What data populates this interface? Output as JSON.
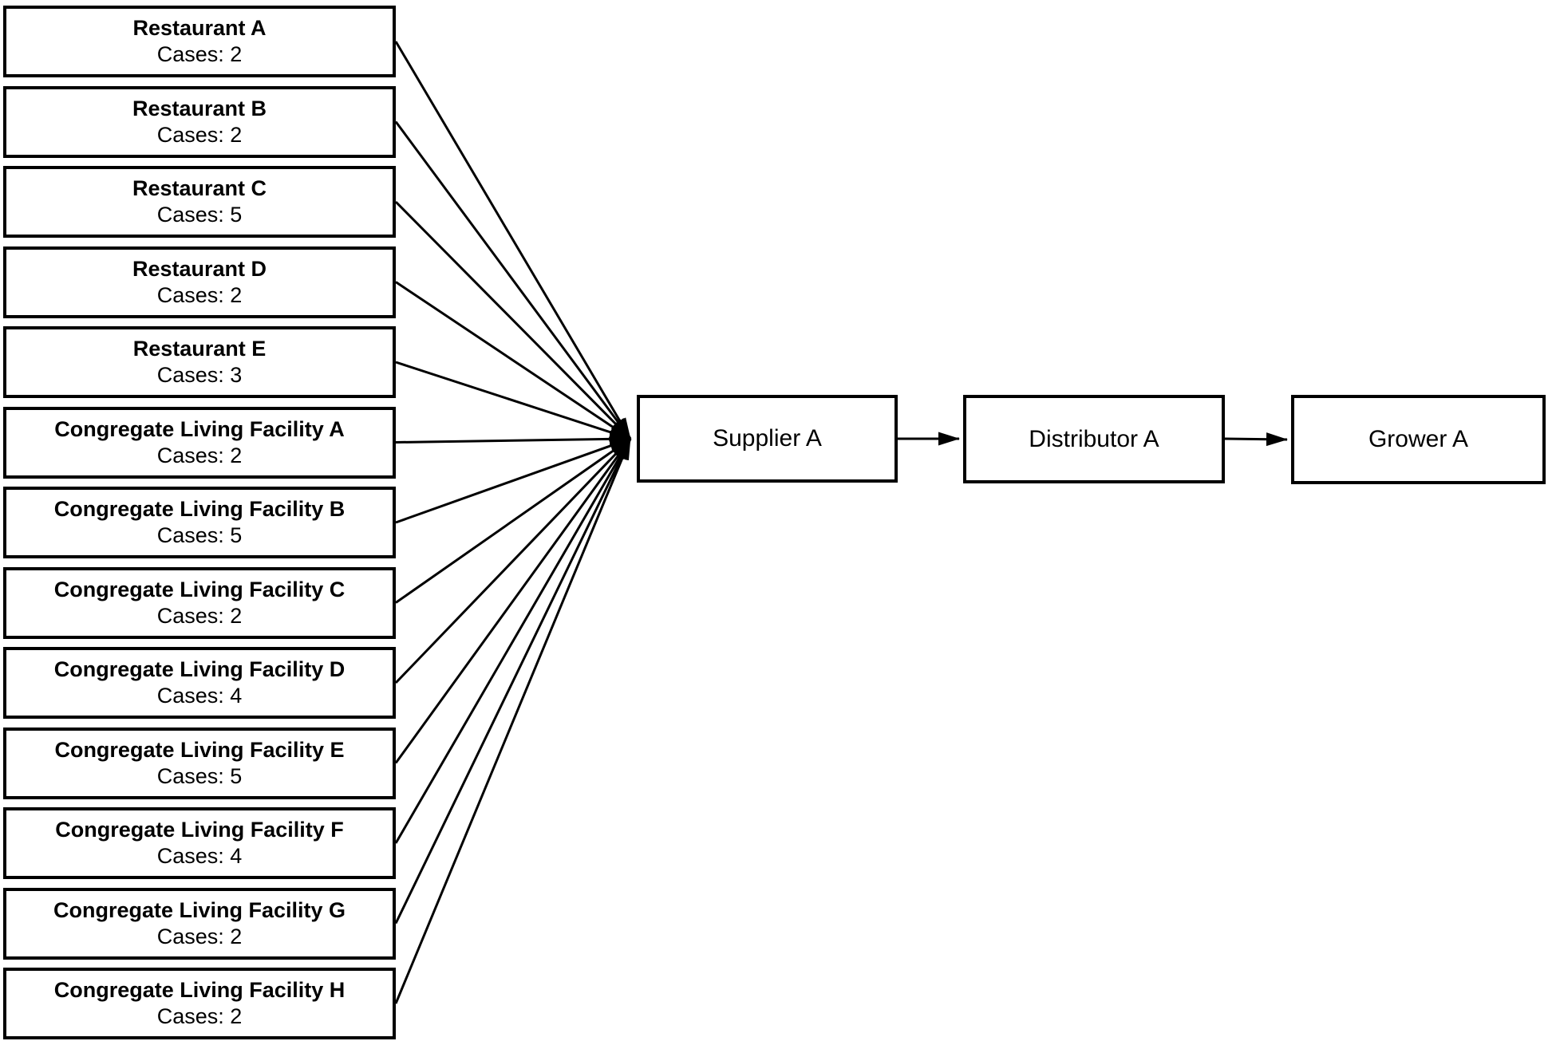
{
  "diagram": {
    "type": "traceback-flow",
    "colors": {
      "background": "#ffffff",
      "node_fill": "#ffffff",
      "stroke": "#000000",
      "text": "#000000"
    },
    "left_nodes": [
      {
        "name": "Restaurant A",
        "cases": 2,
        "cases_text": "Cases: 2"
      },
      {
        "name": "Restaurant B",
        "cases": 2,
        "cases_text": "Cases: 2"
      },
      {
        "name": "Restaurant C",
        "cases": 5,
        "cases_text": "Cases: 5"
      },
      {
        "name": "Restaurant D",
        "cases": 2,
        "cases_text": "Cases: 2"
      },
      {
        "name": "Restaurant E",
        "cases": 3,
        "cases_text": "Cases: 3"
      },
      {
        "name": "Congregate Living Facility A",
        "cases": 2,
        "cases_text": "Cases: 2"
      },
      {
        "name": "Congregate Living Facility B",
        "cases": 5,
        "cases_text": "Cases: 5"
      },
      {
        "name": "Congregate Living Facility C",
        "cases": 2,
        "cases_text": "Cases: 2"
      },
      {
        "name": "Congregate Living Facility D",
        "cases": 4,
        "cases_text": "Cases: 4"
      },
      {
        "name": "Congregate Living Facility E",
        "cases": 5,
        "cases_text": "Cases: 5"
      },
      {
        "name": "Congregate Living Facility F",
        "cases": 4,
        "cases_text": "Cases: 4"
      },
      {
        "name": "Congregate Living Facility G",
        "cases": 2,
        "cases_text": "Cases: 2"
      },
      {
        "name": "Congregate Living Facility H",
        "cases": 2,
        "cases_text": "Cases: 2"
      }
    ],
    "chain_nodes": [
      {
        "name": "Supplier A"
      },
      {
        "name": "Distributor A"
      },
      {
        "name": "Grower A"
      }
    ],
    "edges": [
      {
        "from": "Restaurant A",
        "to": "Supplier A"
      },
      {
        "from": "Restaurant B",
        "to": "Supplier A"
      },
      {
        "from": "Restaurant C",
        "to": "Supplier A"
      },
      {
        "from": "Restaurant D",
        "to": "Supplier A"
      },
      {
        "from": "Restaurant E",
        "to": "Supplier A"
      },
      {
        "from": "Congregate Living Facility A",
        "to": "Supplier A"
      },
      {
        "from": "Congregate Living Facility B",
        "to": "Supplier A"
      },
      {
        "from": "Congregate Living Facility C",
        "to": "Supplier A"
      },
      {
        "from": "Congregate Living Facility D",
        "to": "Supplier A"
      },
      {
        "from": "Congregate Living Facility E",
        "to": "Supplier A"
      },
      {
        "from": "Congregate Living Facility F",
        "to": "Supplier A"
      },
      {
        "from": "Congregate Living Facility G",
        "to": "Supplier A"
      },
      {
        "from": "Congregate Living Facility H",
        "to": "Supplier A"
      },
      {
        "from": "Supplier A",
        "to": "Distributor A"
      },
      {
        "from": "Distributor A",
        "to": "Grower A"
      }
    ]
  }
}
